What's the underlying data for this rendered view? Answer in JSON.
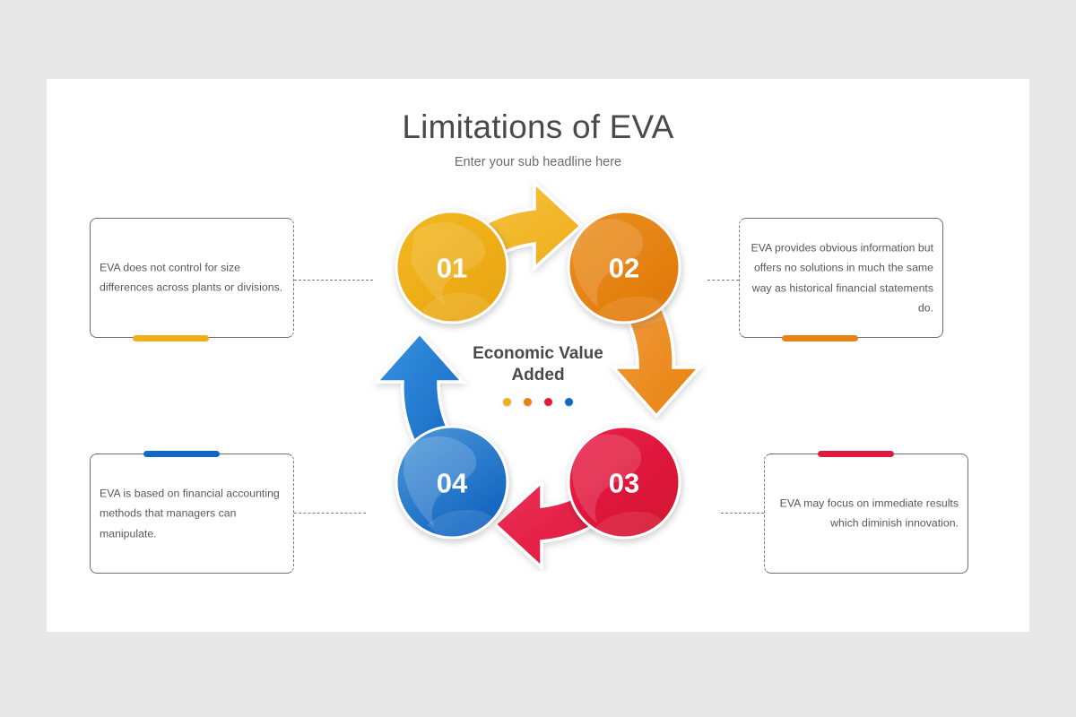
{
  "slide": {
    "title": "Limitations of EVA",
    "subtitle": "Enter your sub headline here",
    "center": {
      "label": "Economic Value\nAdded"
    }
  },
  "palette": {
    "amber": "#EFAF1B",
    "orange": "#E78312",
    "crimson": "#E01A3E",
    "blue": "#1169C4",
    "amber_light": "#F6C440",
    "orange_light": "#F09A3E",
    "crimson_light": "#EE3358",
    "blue_light": "#2E8BDD",
    "background": "#E8E8E9",
    "slide_bg": "#FFFFFF",
    "text": "#585858",
    "title_text": "#4A4A4A"
  },
  "steps": [
    {
      "number": "01",
      "color": "#EFAF1B",
      "text": "EVA does not control for size differences across plants or divisions."
    },
    {
      "number": "02",
      "color": "#E78312",
      "text": "EVA provides obvious information but offers no solutions in much the same way as historical financial statements do."
    },
    {
      "number": "03",
      "color": "#E01A3E",
      "text": "EVA may focus on immediate results which diminish innovation."
    },
    {
      "number": "04",
      "color": "#1169C4",
      "text": "EVA is based on financial accounting methods that managers can manipulate."
    }
  ],
  "dots": [
    "#EFAF1B",
    "#E78312",
    "#E01A3E",
    "#1169C4"
  ]
}
